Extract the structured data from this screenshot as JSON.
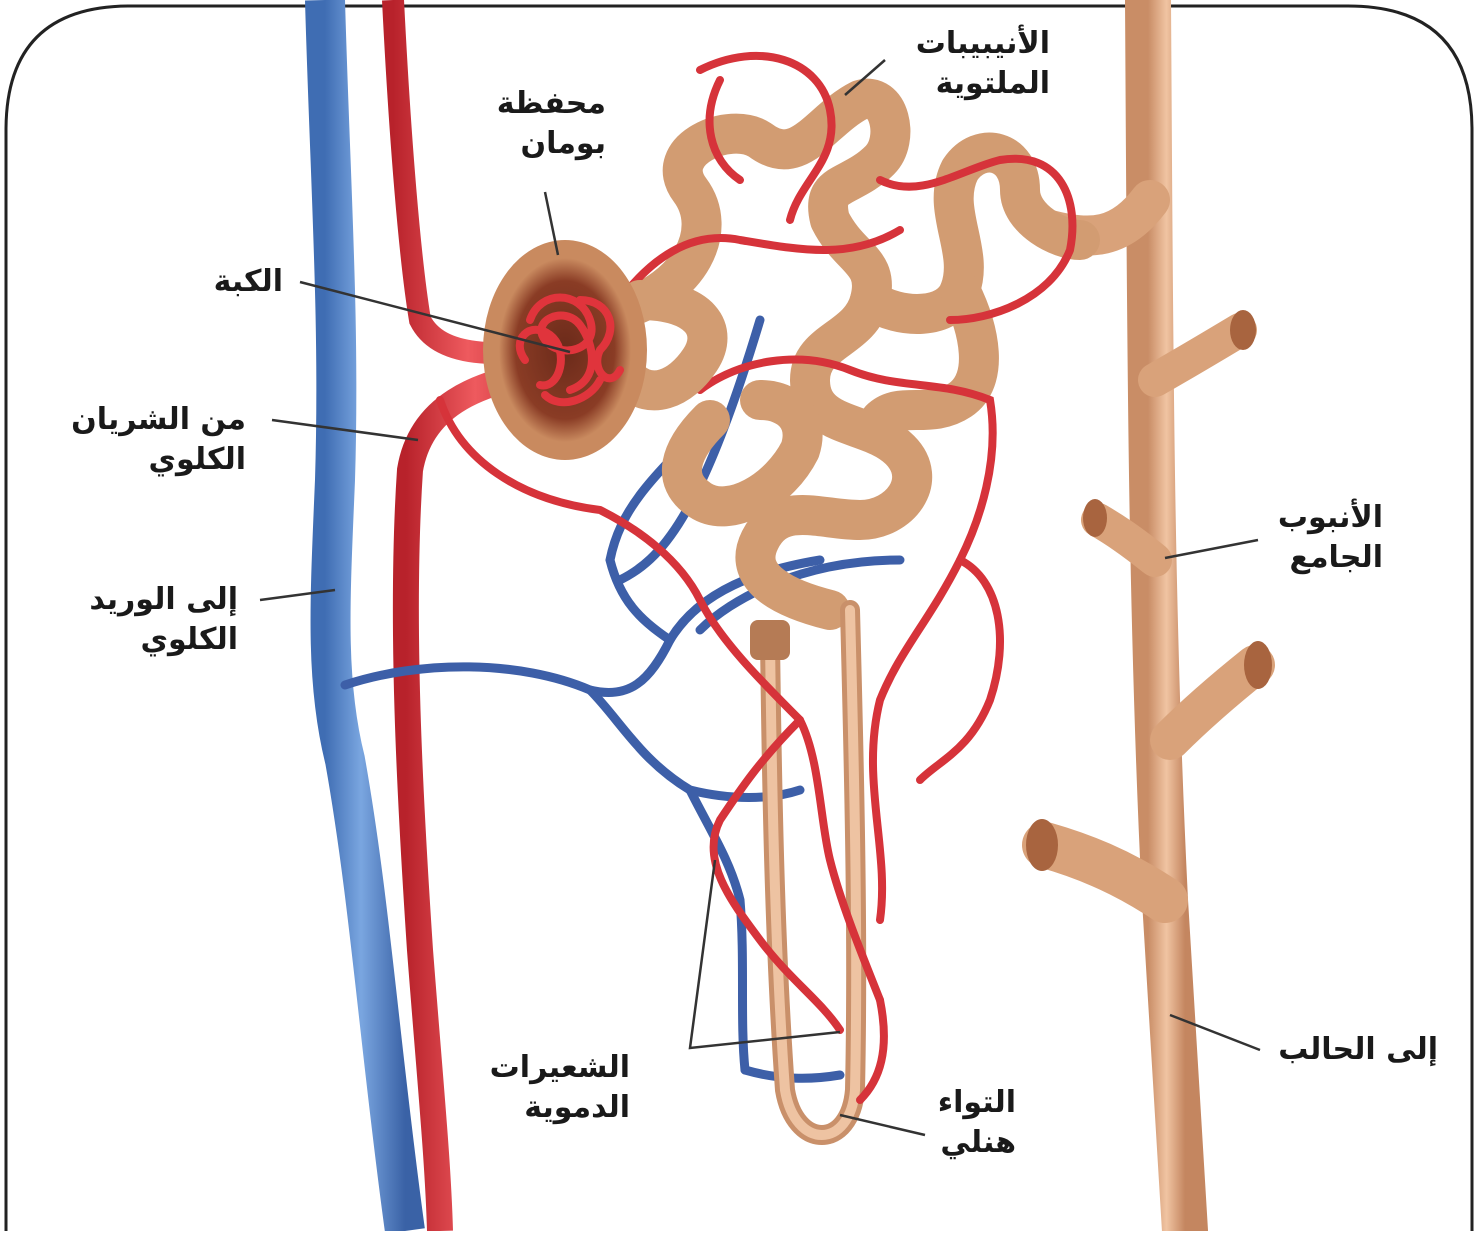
{
  "labels": {
    "convoluted_tubules": [
      "الأنيبيبات",
      "الملتوية"
    ],
    "bowman_capsule": [
      "محفظة",
      "بومان"
    ],
    "glomerulus": [
      "الكبة"
    ],
    "from_renal_artery": [
      "من الشريان",
      "الكلوي"
    ],
    "to_renal_vein": [
      "إلى الوريد",
      "الكلوي"
    ],
    "collecting_duct": [
      "الأنبوب",
      "الجامع"
    ],
    "capillaries": [
      "الشعيرات",
      "الدموية"
    ],
    "loop_of_henle": [
      "التواء",
      "هنلي"
    ],
    "to_ureter": [
      "إلى الحالب"
    ]
  },
  "colors": {
    "artery": "#d8333a",
    "vein": "#4d7fc4",
    "tubule": "#d9a27a",
    "capsule": "#c98a5f",
    "frame": "#222222"
  }
}
